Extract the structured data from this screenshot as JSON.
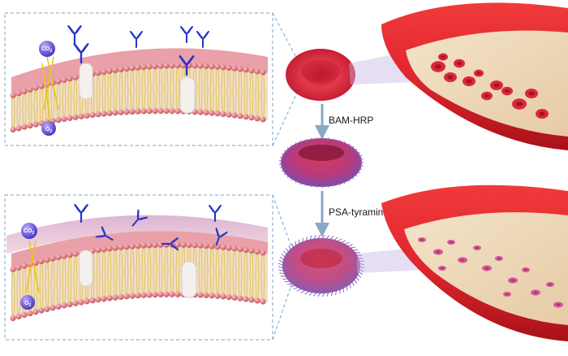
{
  "labels": {
    "step1": "BAM-HRP",
    "step2": "PSA-tyramine"
  },
  "panels": {
    "top": {
      "gas_in": {
        "symbol": "CO",
        "subscript": "2"
      },
      "gas_out": {
        "symbol": "O",
        "subscript": "2"
      }
    },
    "bottom": {
      "gas_in": {
        "symbol": "CO",
        "subscript": "2"
      },
      "gas_out": {
        "symbol": "O",
        "subscript": "2"
      }
    }
  },
  "colors": {
    "membrane_head": "#e37f88",
    "lipid_tail": "#d8c34a",
    "antibody": "#2436c8",
    "gas_bubble": "#6a5bd6",
    "red_cell": "#d8293a",
    "vessel": "#e0262e",
    "arrow": "#8aa8c8",
    "panel_border": "#7fa3c3"
  }
}
